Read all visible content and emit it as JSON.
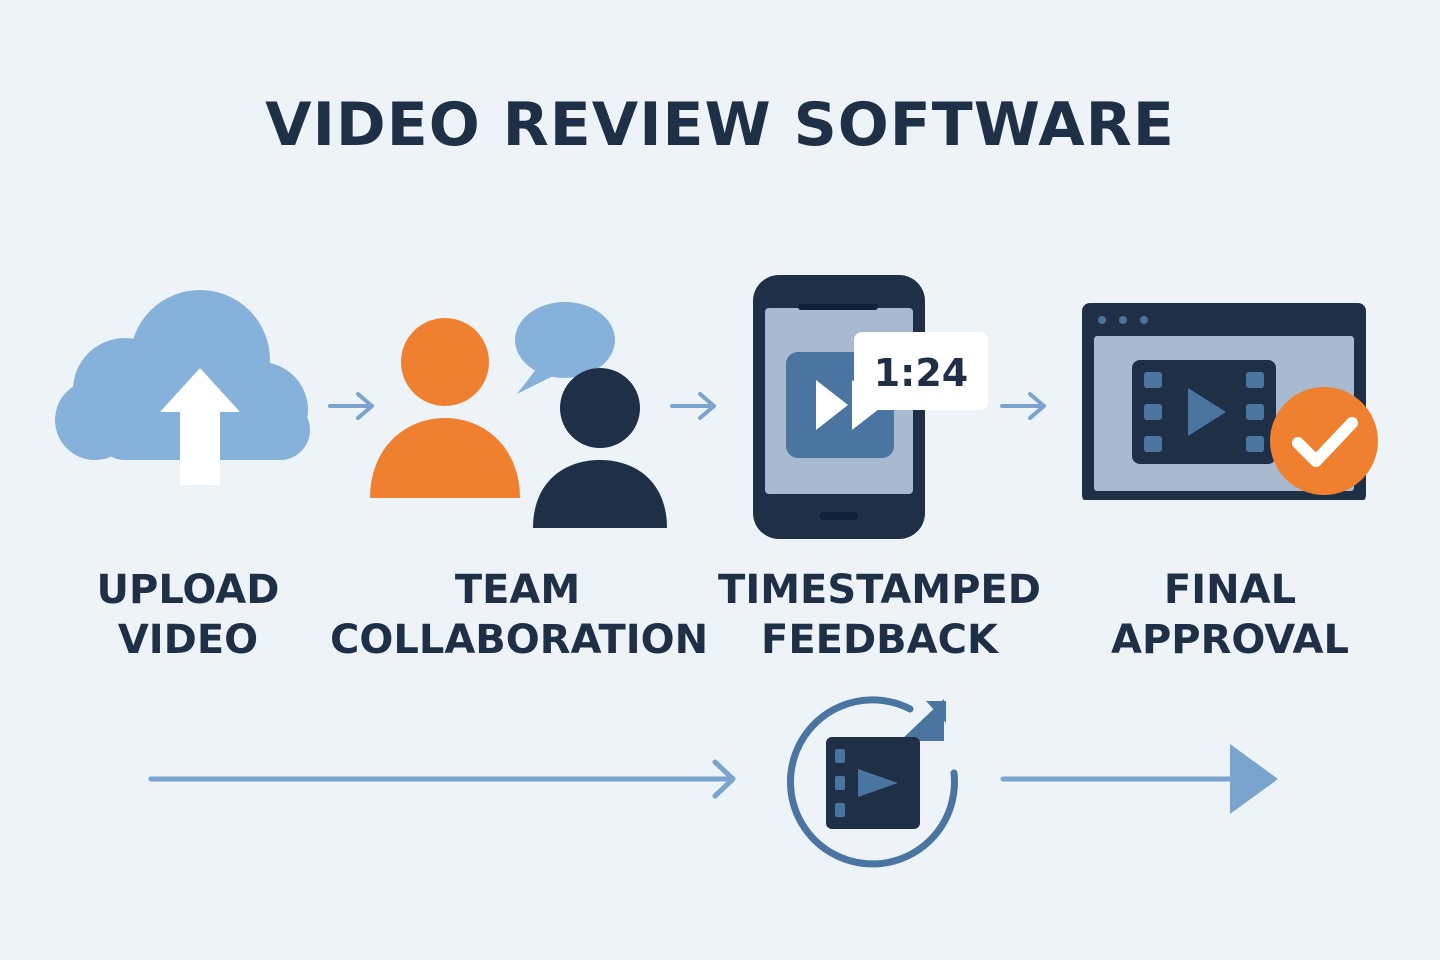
{
  "title": "VIDEO REVIEW SOFTWARE",
  "steps": [
    {
      "line1": "UPLOAD",
      "line2": "VIDEO",
      "icon": "cloud-upload-icon"
    },
    {
      "line1": "TEAM",
      "line2": "COLLABORATION",
      "icon": "team-chat-icon"
    },
    {
      "line1": "TIMESTAMPED",
      "line2": "FEEDBACK",
      "icon": "phone-video-icon"
    },
    {
      "line1": "FINAL",
      "line2": "APPROVAL",
      "icon": "approved-video-window-icon"
    }
  ],
  "timestamp_bubble": "1:24",
  "loop_icon": "video-iteration-cycle-icon",
  "colors": {
    "background": "#eef3f8",
    "navy": "#1f2f45",
    "light_blue": "#86b1da",
    "mid_blue": "#4a75a0",
    "orange": "#ef8030",
    "screen_gray": "#a9bad0",
    "arrow_blue": "#7aa3cd"
  }
}
